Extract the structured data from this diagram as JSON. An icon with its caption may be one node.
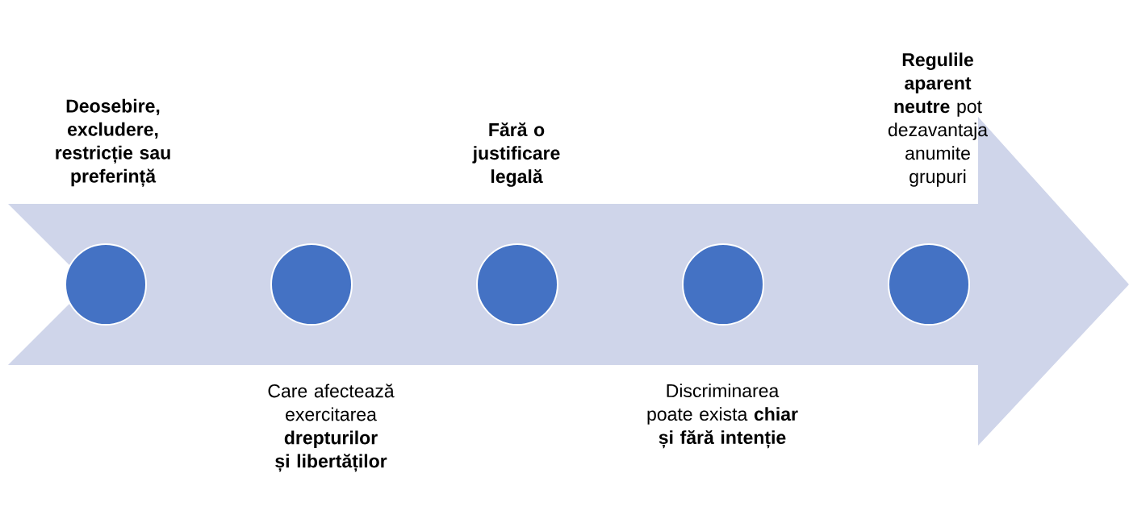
{
  "diagram": {
    "nodes": [
      {
        "text": [],
        "shape": "circle",
        "beside": [
          "Deosebire, excludere, restricție sau preferință"
        ]
      },
      {
        "text": [],
        "shape": "circle",
        "beside": [
          "Care afectează exercitarea **drepturilor și libertăților**"
        ]
      },
      {
        "text": [],
        "shape": "circle",
        "beside": [
          "Fără o justificare legală"
        ]
      },
      {
        "text": [],
        "shape": "circle",
        "beside": [
          "Discriminarea poate exista **chiar și fără intenție**"
        ]
      },
      {
        "text": [],
        "shape": "circle",
        "beside": [
          "**Regulile aparent neutre** pot dezavantaja anumite grupuri"
        ]
      }
    ]
  }
}
